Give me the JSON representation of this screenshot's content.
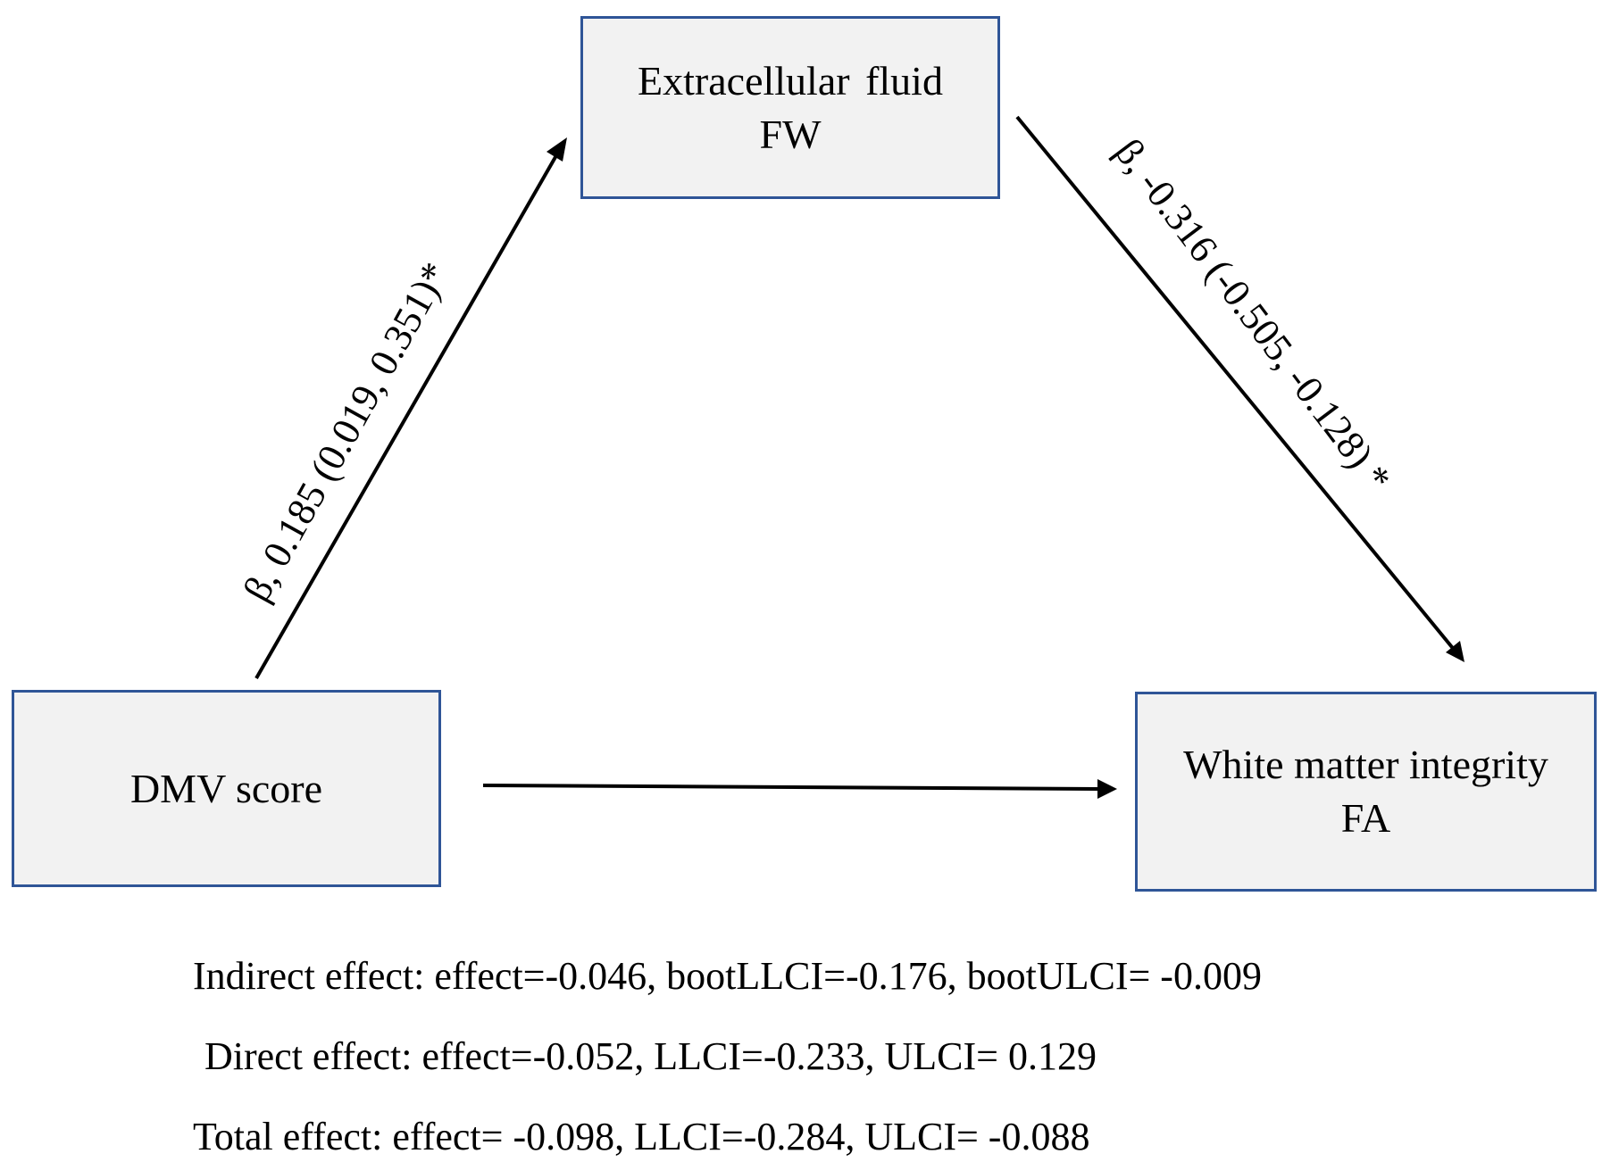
{
  "nodes": {
    "mediator": {
      "line1": "Extracellular fluid",
      "line2": "FW"
    },
    "predictor": {
      "line1": "DMV score"
    },
    "outcome": {
      "line1": "White matter integrity",
      "line2": "FA"
    }
  },
  "paths": {
    "a": {
      "label": "β, 0.185 (0.019, 0.351)*"
    },
    "b": {
      "label": "β, -0.316 (-0.505, -0.128) *"
    }
  },
  "effects": {
    "indirect": "Indirect effect: effect=-0.046, bootLLCI=-0.176, bootULCI= -0.009",
    "direct": "Direct effect: effect=-0.052, LLCI=-0.233, ULCI= 0.129",
    "total": "Total effect: effect= -0.098, LLCI=-0.284, ULCI= -0.088"
  },
  "colors": {
    "box_border": "#2f5597",
    "box_fill": "#f2f2f2",
    "arrow": "#000000"
  }
}
